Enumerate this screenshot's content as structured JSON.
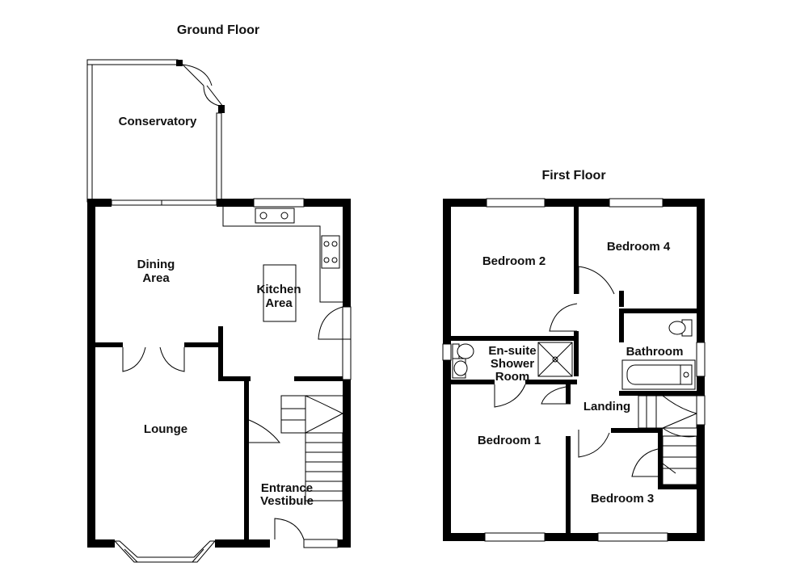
{
  "ground_floor": {
    "title": "Ground Floor",
    "rooms": {
      "conservatory": "Conservatory",
      "dining": [
        "Dining",
        "Area"
      ],
      "kitchen": [
        "Kitchen",
        "Area"
      ],
      "lounge": "Lounge",
      "vestibule": [
        "Entrance",
        "Vestibule"
      ]
    }
  },
  "first_floor": {
    "title": "First Floor",
    "rooms": {
      "bedroom2": "Bedroom 2",
      "bedroom4": "Bedroom 4",
      "ensuite": [
        "En-suite",
        "Shower",
        "Room"
      ],
      "bathroom": "Bathroom",
      "landing": "Landing",
      "bedroom1": "Bedroom 1",
      "bedroom3": "Bedroom 3"
    }
  }
}
